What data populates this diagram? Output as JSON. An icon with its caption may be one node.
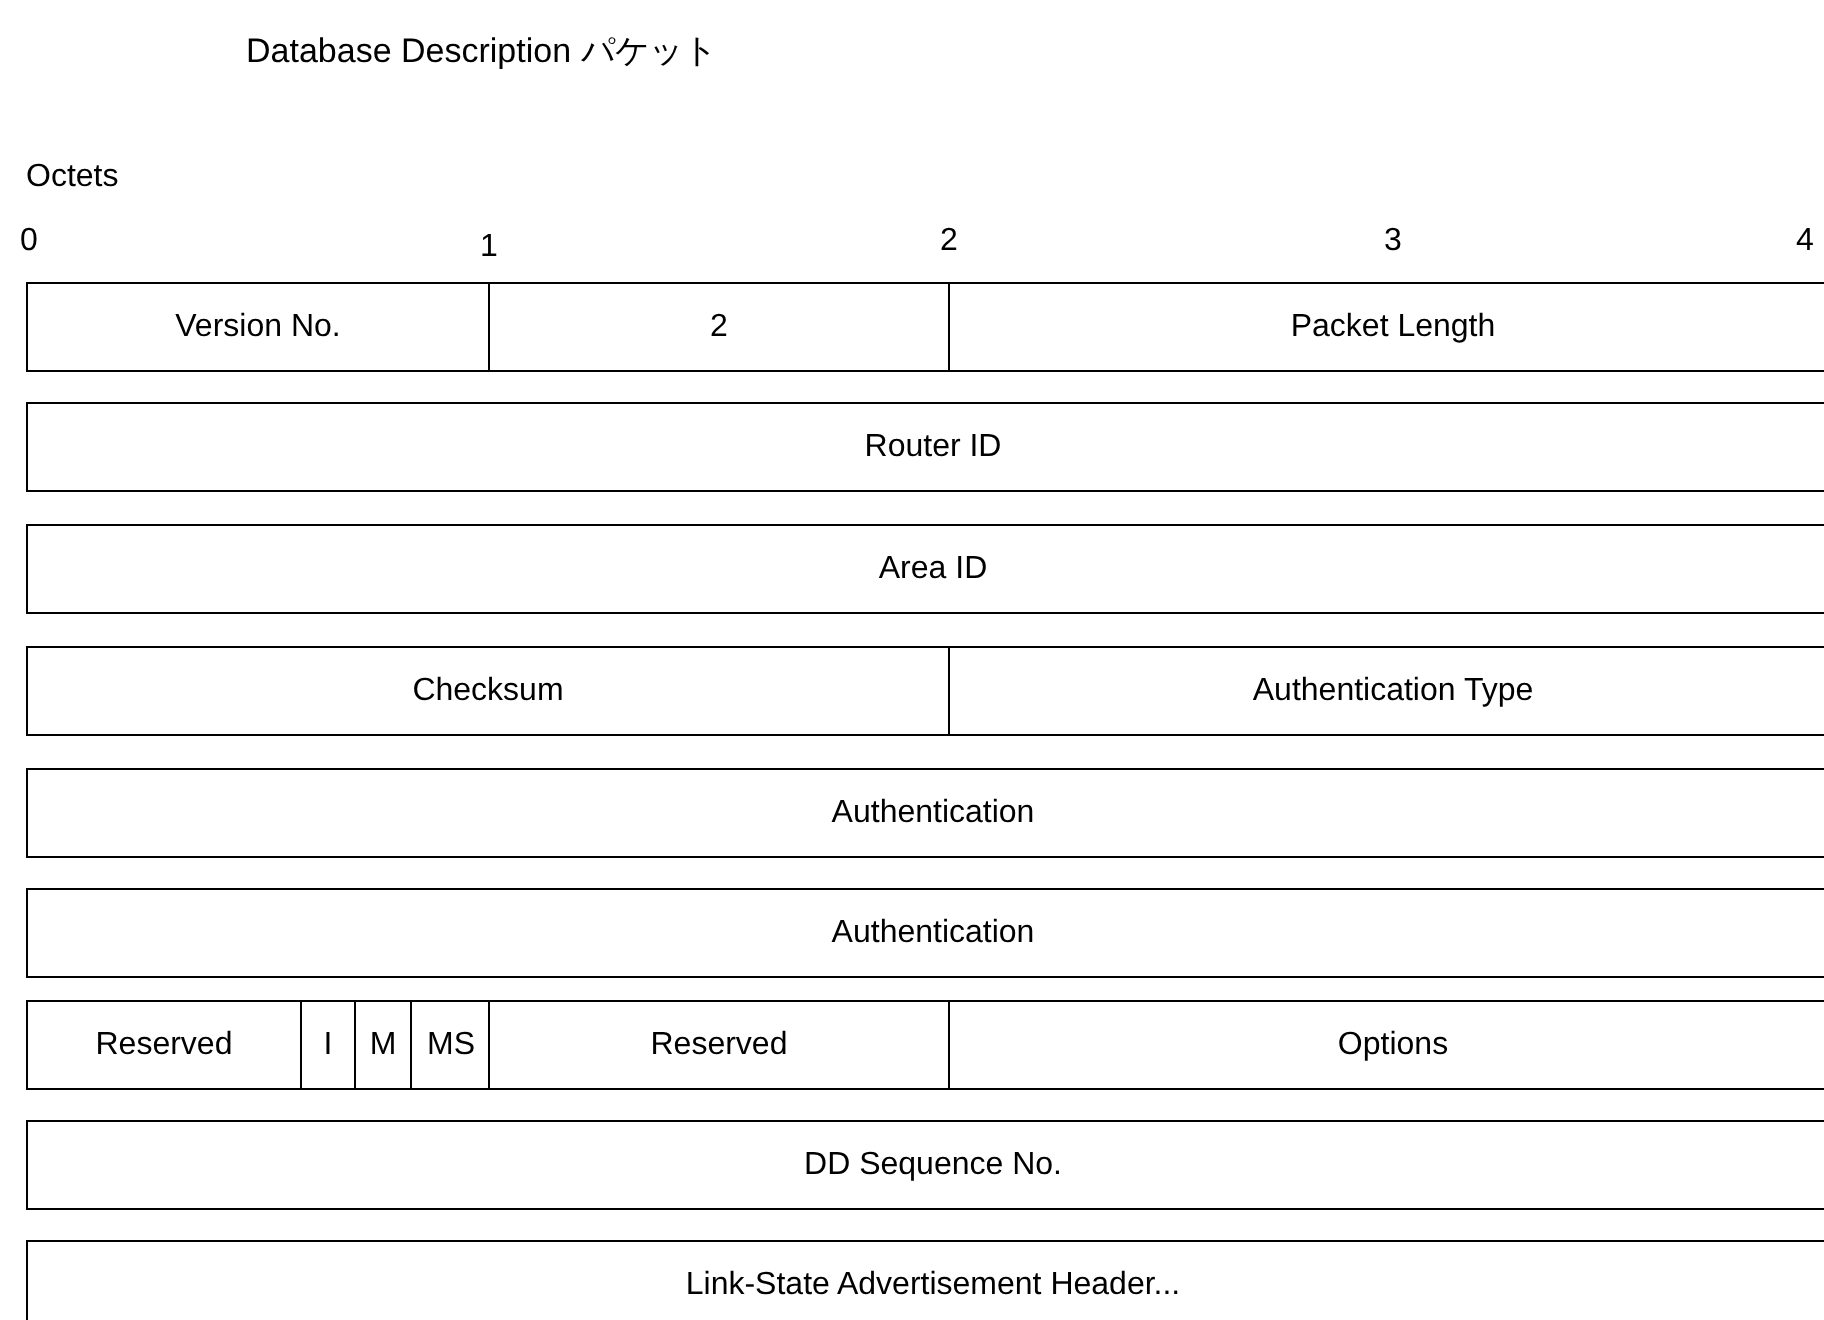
{
  "diagram": {
    "title": "Database Description パケット",
    "nodes": [
      {
        "text": [
          "Version No."
        ]
      },
      {
        "text": [
          "2"
        ]
      },
      {
        "text": [
          "Packet Length"
        ]
      },
      {
        "text": [
          "Router ID"
        ]
      },
      {
        "text": [
          "Area ID"
        ]
      },
      {
        "text": [
          "Checksum"
        ]
      },
      {
        "text": [
          "Authentication Type"
        ]
      },
      {
        "text": [
          "Authentication"
        ]
      },
      {
        "text": [
          "Authentication"
        ]
      },
      {
        "text": [
          "Reserved"
        ]
      },
      {
        "text": [
          "I"
        ]
      },
      {
        "text": [
          "M"
        ]
      },
      {
        "text": [
          "MS"
        ]
      },
      {
        "text": [
          "Reserved"
        ]
      },
      {
        "text": [
          "Options"
        ]
      },
      {
        "text": [
          "DD Sequence No."
        ]
      },
      {
        "text": [
          "Link-State Advertisement Header..."
        ]
      }
    ],
    "edges": [],
    "labels": [
      "Octets",
      "0",
      "1",
      "2",
      "3",
      "4"
    ]
  }
}
